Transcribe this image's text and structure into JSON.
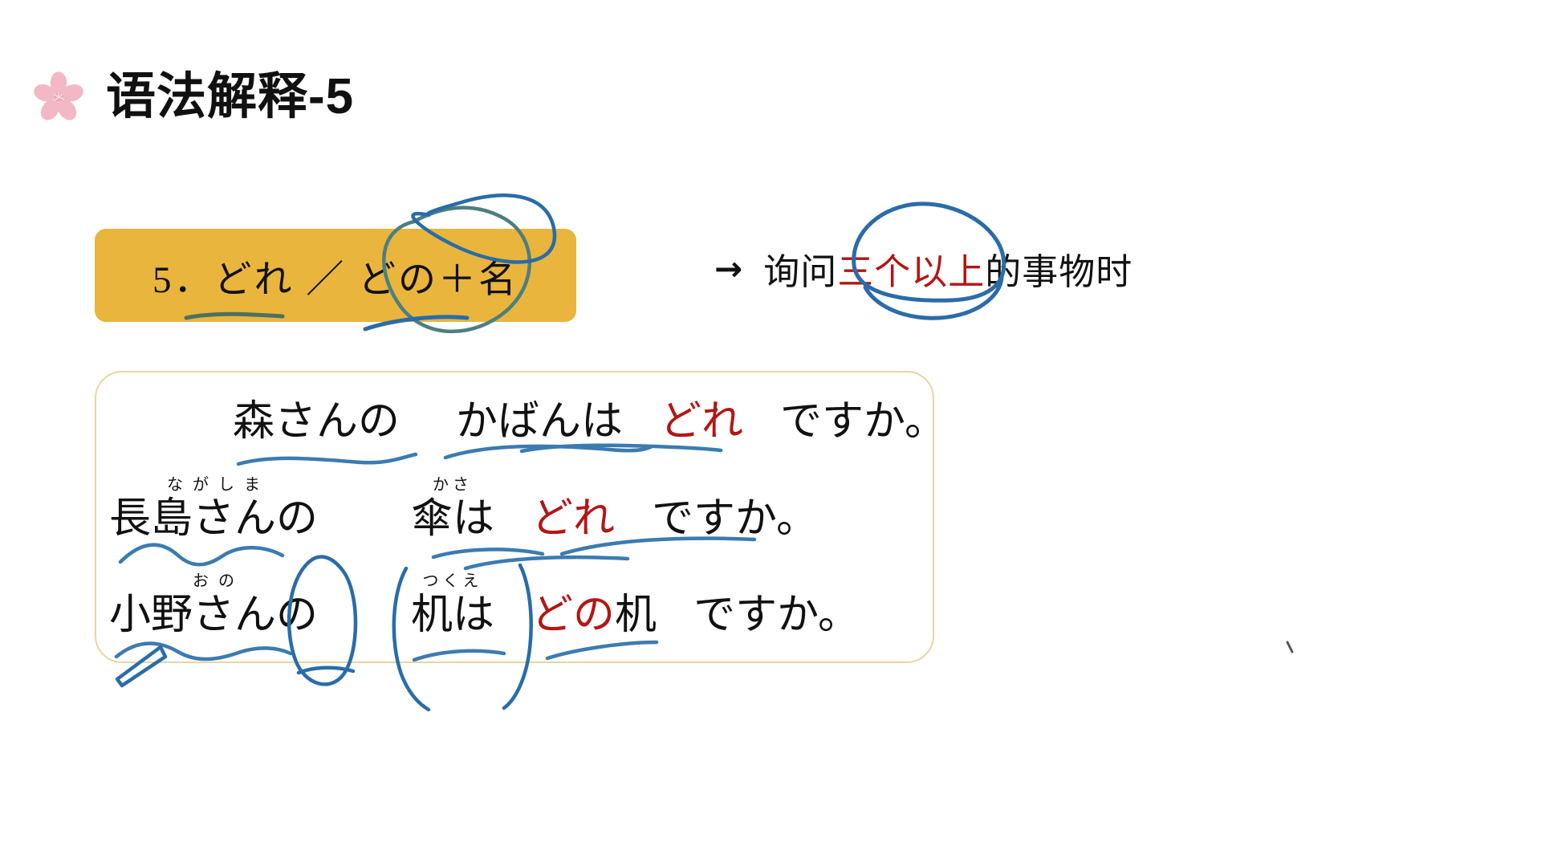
{
  "slide": {
    "background_color": "#ffffff",
    "title": "语法解释-5",
    "icon": "sakura-flower-icon"
  },
  "rule_box": {
    "background_color": "#e9b53c",
    "text": "5．どれ ／ どの＋名"
  },
  "explanation": {
    "arrow": "→",
    "prefix": "询问",
    "highlight": "三个以上",
    "highlight_color": "#b31616",
    "suffix": "的事物时"
  },
  "examples": {
    "border_color": "#e8d5a4",
    "lines": [
      {
        "id": "example-1",
        "subject": "森さんの",
        "subject_ruby": "",
        "object": "かばんは",
        "object_ruby": "",
        "question_word": "どれ",
        "question_word_color": "#b31616",
        "tail": "ですか。"
      },
      {
        "id": "example-2",
        "subject": "長島さんの",
        "subject_ruby": "ながしま",
        "object": "傘は",
        "object_ruby": "かさ",
        "question_word": "どれ",
        "question_word_color": "#b31616",
        "tail": "ですか。"
      },
      {
        "id": "example-3",
        "subject": "小野さんの",
        "subject_ruby": "おの",
        "object": "机は",
        "object_ruby": "つくえ",
        "question_word": "どの",
        "question_word_color": "#b31616",
        "question_noun": "机",
        "tail": "ですか。"
      }
    ]
  },
  "annotations": {
    "ink_color": "#2a6ca8",
    "marks": [
      "underline-under-dore-in-rule-box",
      "ellipse-around-dono",
      "ellipse-around-sanngeyijiang",
      "underline-under-morisan-no",
      "underline-under-dore-line1",
      "underline-under-nagashimasan-no",
      "underline-under-dore-line2",
      "underline-under-desuka-line2",
      "underline-under-onosan-no",
      "ellipse-around-tsukue",
      "bracket-around-dono-tsukue",
      "underline-under-dono-tsukue",
      "underline-under-desuka-line3",
      "triangle-pointer-bottom-left",
      "cursor-mark-right"
    ]
  }
}
